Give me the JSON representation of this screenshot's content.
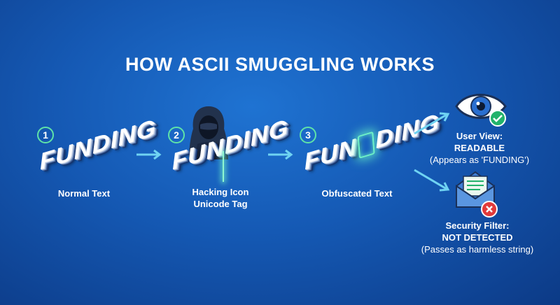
{
  "title": "HOW ASCII SMUGGLING WORKS",
  "steps": [
    {
      "number": "1",
      "word": "FUNDING",
      "caption": "Normal Text"
    },
    {
      "number": "2",
      "word": "FUNDING",
      "caption_line1": "Hacking Icon",
      "caption_line2": "Unicode Tag"
    },
    {
      "number": "3",
      "word_left": "FUN",
      "word_right": "DING",
      "caption": "Obfuscated Text"
    }
  ],
  "user_view": {
    "label": "User View:",
    "status": "READABLE",
    "note": "(Appears as 'FUNDING')"
  },
  "security_filter": {
    "label": "Security Filter:",
    "status": "NOT DETECTED",
    "note": "(Passes as harmless string)"
  },
  "colors": {
    "accent": "#5fe3a8",
    "arrow": "#6fd3f2",
    "check": "#22b36b",
    "cross": "#e23a3a"
  },
  "icons": [
    "hacker-icon",
    "eye-icon",
    "check-icon",
    "envelope-icon",
    "cross-icon",
    "arrow-right-icon"
  ]
}
